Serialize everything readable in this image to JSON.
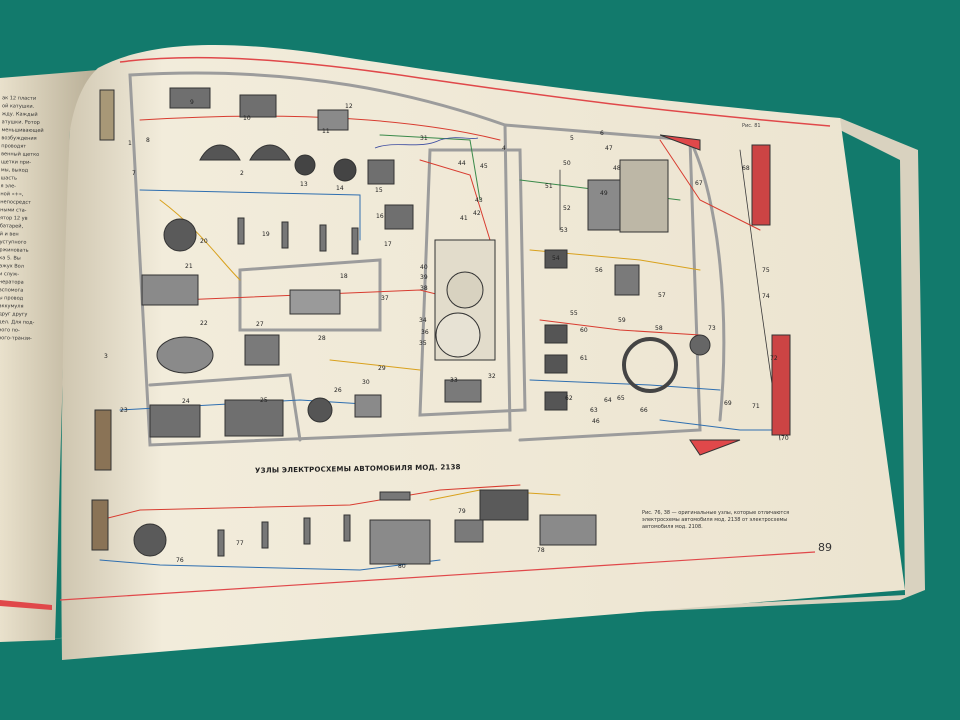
{
  "page": {
    "number": "89",
    "section_caption": "УЗЛЫ ЭЛЕКТРОСХЕМЫ АВТОМОБИЛЯ МОД. 2138",
    "figure_caption": "Рис. 76, 38 — оригинальные узлы, которые отличаются электросхемы автомобиля мод. 2138 от электросхемы автомобиля мод. 2108.",
    "corner_label": "Рис. 81"
  },
  "left_page_lines": [
    "ак 12 пласти",
    "ой катушки.",
    "жду. Каждый",
    "атушки. Ротор",
    "меньшивающей",
    "возбуждения",
    "проводят",
    "венный щетко",
    "щетки при-",
    "мы, выход",
    "шасть",
    "я эле-",
    "ной «+»,",
    "непосредст",
    "ными ста-",
    "ятор 12 ув",
    "батарей,",
    "й и вен",
    "уступного",
    "ржиновать",
    "ка 5. Вы",
    "ажух Вол",
    "и служ-",
    "нератора",
    "вспомога",
    "ы провод",
    "аккумуля",
    "друг другу",
    "дел. Для под-",
    "ного по-",
    "ного-транзи-"
  ],
  "labels": [
    "1",
    "2",
    "3",
    "4",
    "5",
    "6",
    "7",
    "8",
    "9",
    "10",
    "11",
    "12",
    "13",
    "14",
    "15",
    "16",
    "17",
    "18",
    "19",
    "20",
    "21",
    "22",
    "23",
    "24",
    "25",
    "26",
    "27",
    "28",
    "29",
    "30",
    "31",
    "32",
    "33",
    "34",
    "35",
    "36",
    "37",
    "38",
    "39",
    "40",
    "41",
    "42",
    "43",
    "44",
    "45",
    "46",
    "47",
    "48",
    "49",
    "50",
    "51",
    "52",
    "53",
    "54",
    "55",
    "56",
    "57",
    "58",
    "59",
    "60",
    "61",
    "62",
    "63",
    "64",
    "65",
    "66",
    "67",
    "68",
    "69",
    "70",
    "71",
    "72",
    "73",
    "74",
    "75",
    "76",
    "77",
    "78",
    "79",
    "80"
  ],
  "colors": {
    "background": "#127a6c",
    "page": "#f1ead8",
    "page_shade": "#cfc6b0",
    "wire_red": "#d83c30",
    "wire_blue": "#2f6fb0",
    "wire_yellow": "#d9a11c",
    "wire_green": "#3a8a4a",
    "wire_dark": "#3a3a3a",
    "rule_red": "#e0484a"
  }
}
